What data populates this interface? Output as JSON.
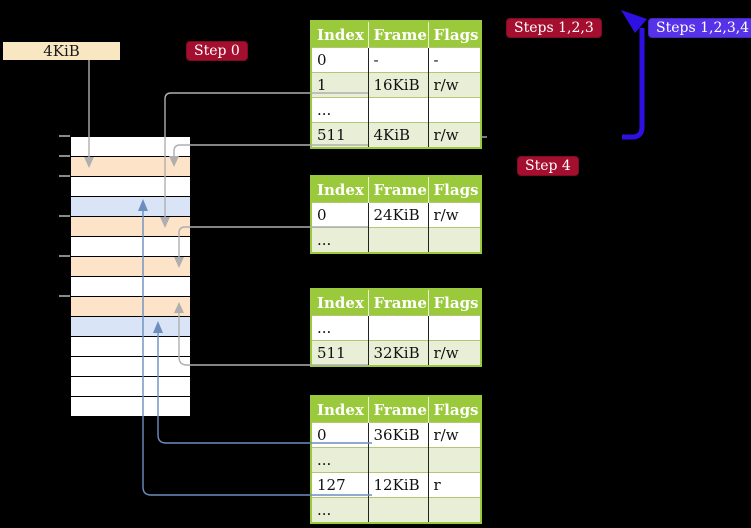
{
  "labels": {
    "page_size_box": "4KiB",
    "step0": "Step 0",
    "steps123": "Steps 1,2,3",
    "steps1234": "Steps 1,2,3,4",
    "step4": "Step 4"
  },
  "colors": {
    "background": "#000000",
    "table_header_green": "#9ACA3C",
    "table_row_green": "#E9EFD7",
    "highlight_yellow": "#FFFF99",
    "badge_red": "#A50F2F",
    "badge_violet": "#5633E8",
    "box_wheat": "#F8E7C0",
    "frame_free": "#FFFFFF",
    "frame_pagetable": "#FDE4C9",
    "frame_data": "#D9E5F6",
    "arrow_gray": "#AFAFAF",
    "arrow_steel_blue": "#6C8EBF",
    "big_arrow_blue": "#2F10E3"
  },
  "memory_strip": {
    "rows": [
      {
        "type": "free"
      },
      {
        "type": "pagetable"
      },
      {
        "type": "free"
      },
      {
        "type": "data"
      },
      {
        "type": "pagetable"
      },
      {
        "type": "free"
      },
      {
        "type": "pagetable"
      },
      {
        "type": "free"
      },
      {
        "type": "pagetable"
      },
      {
        "type": "data"
      },
      {
        "type": "free"
      },
      {
        "type": "free"
      },
      {
        "type": "free"
      },
      {
        "type": "free"
      }
    ],
    "tick_ys": [
      135,
      155,
      175,
      215,
      255,
      295
    ]
  },
  "tables": [
    {
      "headers": [
        "Index",
        "Frame",
        "Flags"
      ],
      "rows": [
        {
          "cells": [
            "0",
            "-",
            "-"
          ],
          "shade": false,
          "highlight": false
        },
        {
          "cells": [
            "1",
            "16KiB",
            "r/w"
          ],
          "shade": true,
          "highlight": false
        },
        {
          "cells": [
            "...",
            "",
            ""
          ],
          "shade": false,
          "highlight": false
        },
        {
          "cells": [
            "511",
            "4KiB",
            "r/w"
          ],
          "shade": true,
          "highlight": true
        }
      ]
    },
    {
      "headers": [
        "Index",
        "Frame",
        "Flags"
      ],
      "rows": [
        {
          "cells": [
            "0",
            "24KiB",
            "r/w"
          ],
          "shade": false,
          "highlight": false
        },
        {
          "cells": [
            "...",
            "",
            ""
          ],
          "shade": true,
          "highlight": false
        }
      ]
    },
    {
      "headers": [
        "Index",
        "Frame",
        "Flags"
      ],
      "rows": [
        {
          "cells": [
            "...",
            "",
            ""
          ],
          "shade": false,
          "highlight": false
        },
        {
          "cells": [
            "511",
            "32KiB",
            "r/w"
          ],
          "shade": true,
          "highlight": false
        }
      ]
    },
    {
      "headers": [
        "Index",
        "Frame",
        "Flags"
      ],
      "rows": [
        {
          "cells": [
            "0",
            "36KiB",
            "r/w"
          ],
          "shade": false,
          "highlight": false
        },
        {
          "cells": [
            "...",
            "",
            ""
          ],
          "shade": true,
          "highlight": false
        },
        {
          "cells": [
            "127",
            "12KiB",
            "r"
          ],
          "shade": false,
          "highlight": false
        },
        {
          "cells": [
            "...",
            "",
            ""
          ],
          "shade": true,
          "highlight": false
        }
      ]
    }
  ]
}
